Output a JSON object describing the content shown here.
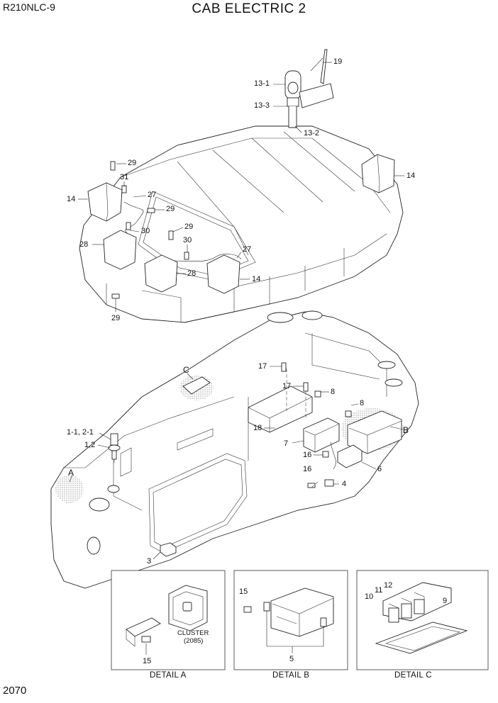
{
  "header": {
    "model": "R210NLC-9",
    "title": "CAB ELECTRIC 2"
  },
  "page_number": "2070",
  "callouts": {
    "c19": "19",
    "c13_1": "13-1",
    "c13_3": "13-3",
    "c13_2": "13-2",
    "c14_right": "14",
    "c29_top": "29",
    "c31": "31",
    "c14_left": "14",
    "c27_top": "27",
    "c29_mid": "29",
    "c30_left": "30",
    "c29_center": "29",
    "c30_center": "30",
    "c28_left": "28",
    "c27_right": "27",
    "c28_center": "28",
    "c14_bottom": "14",
    "c29_bottom": "29",
    "c17_a": "17",
    "c17_b": "17",
    "c8_a": "8",
    "c8_b": "8",
    "cC": "C",
    "cB": "B",
    "c18": "18",
    "c7": "7",
    "c16_a": "16",
    "c16_b": "16",
    "c6": "6",
    "c4": "4",
    "c1_1": "1-1, 2-1",
    "c1_2": "1,2",
    "cA": "A",
    "c3": "3",
    "detA_15": "15",
    "detA_cluster": "CLUSTER",
    "detA_cluster_ref": "(2085)",
    "detB_15": "15",
    "detB_5": "5",
    "detC_10": "10",
    "detC_11": "11",
    "detC_12": "12",
    "detC_9": "9"
  },
  "details": {
    "a": "DETAIL A",
    "b": "DETAIL B",
    "c": "DETAIL C"
  }
}
